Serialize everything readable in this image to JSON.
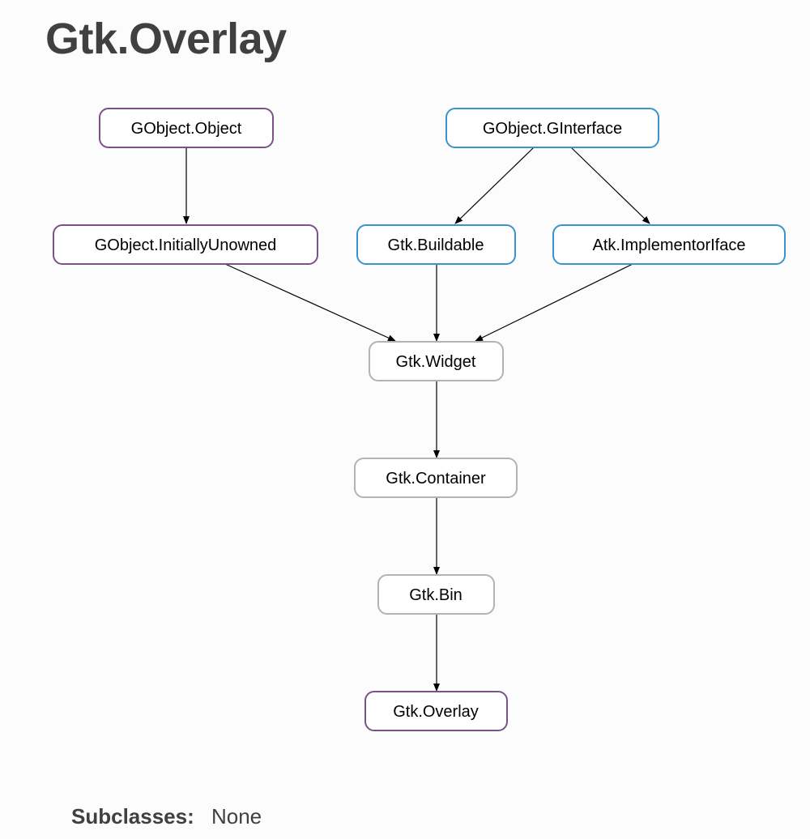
{
  "title": "Gtk.Overlay",
  "diagram": {
    "nodes": [
      {
        "id": "gobject-object",
        "label": "GObject.Object",
        "kind": "class"
      },
      {
        "id": "gobject-ginterface",
        "label": "GObject.GInterface",
        "kind": "interface"
      },
      {
        "id": "gobject-initiallyunowned",
        "label": "GObject.InitiallyUnowned",
        "kind": "class"
      },
      {
        "id": "gtk-buildable",
        "label": "Gtk.Buildable",
        "kind": "interface"
      },
      {
        "id": "atk-implementoriface",
        "label": "Atk.ImplementorIface",
        "kind": "interface"
      },
      {
        "id": "gtk-widget",
        "label": "Gtk.Widget",
        "kind": "plain"
      },
      {
        "id": "gtk-container",
        "label": "Gtk.Container",
        "kind": "plain"
      },
      {
        "id": "gtk-bin",
        "label": "Gtk.Bin",
        "kind": "plain"
      },
      {
        "id": "gtk-overlay",
        "label": "Gtk.Overlay",
        "kind": "class"
      }
    ],
    "edges": [
      {
        "from": "gobject-object",
        "to": "gobject-initiallyunowned"
      },
      {
        "from": "gobject-ginterface",
        "to": "gtk-buildable"
      },
      {
        "from": "gobject-ginterface",
        "to": "atk-implementoriface"
      },
      {
        "from": "gobject-initiallyunowned",
        "to": "gtk-widget"
      },
      {
        "from": "gtk-buildable",
        "to": "gtk-widget"
      },
      {
        "from": "atk-implementoriface",
        "to": "gtk-widget"
      },
      {
        "from": "gtk-widget",
        "to": "gtk-container"
      },
      {
        "from": "gtk-container",
        "to": "gtk-bin"
      },
      {
        "from": "gtk-bin",
        "to": "gtk-overlay"
      }
    ],
    "colors": {
      "class_border": "#7a5288",
      "interface_border": "#3a93cb",
      "plain_border": "#b3b3b3"
    }
  },
  "subclasses": {
    "label": "Subclasses:",
    "value": "None"
  }
}
